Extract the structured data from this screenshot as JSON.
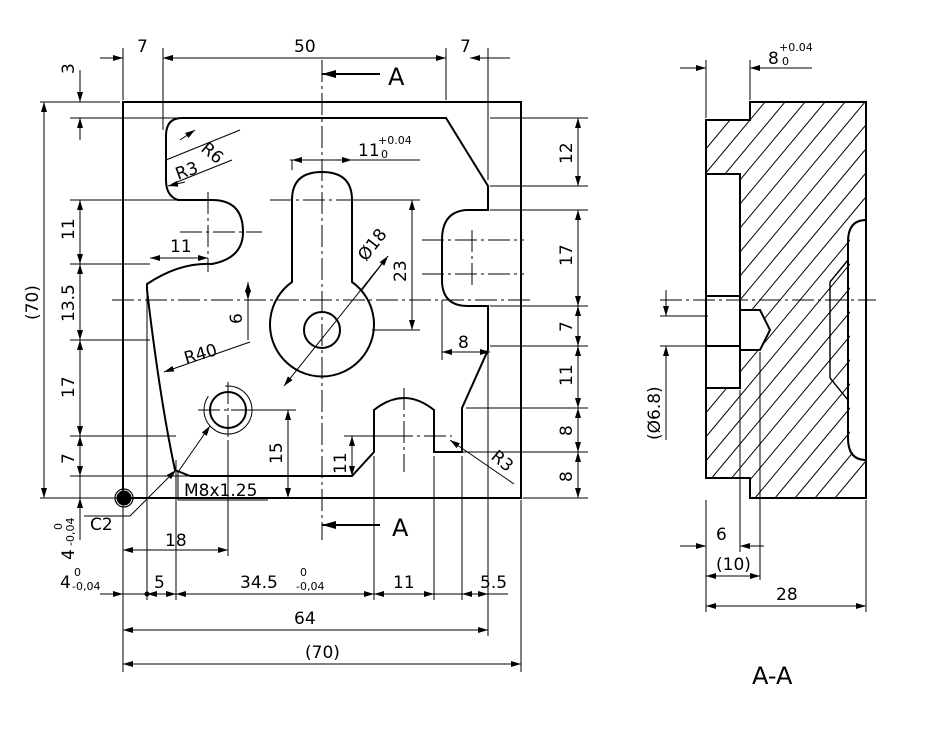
{
  "section_marker": "A",
  "section_title": "A-A",
  "dims": {
    "top_7_left": "7",
    "top_50": "50",
    "top_7_right": "7",
    "left_3": "3",
    "left_70_ref": "(70)",
    "left_11": "11",
    "left_13_5": "13.5",
    "left_17": "17",
    "left_7": "7",
    "left_4_tol": "4",
    "r6": "R6",
    "r3_top": "R3",
    "r3_bottom": "R3",
    "r40": "R40",
    "slot_11": "11",
    "slot_11_tol": "11",
    "dia18": "Ø18",
    "dim23": "23",
    "dim6_vert": "6",
    "dim8_right": "8",
    "dim15": "15",
    "dim11_low": "11",
    "thread": "M8x1.25",
    "c2": "C2",
    "dim18": "18",
    "right_12": "12",
    "right_17": "17",
    "right_7": "7",
    "right_11": "11",
    "right_8_a": "8",
    "right_8_b": "8",
    "bottom_4_tol": "4",
    "bottom_5": "5",
    "bottom_34_5": "34.5",
    "bottom_11": "11",
    "bottom_5_5": "5.5",
    "bottom_64": "64",
    "bottom_70": "(70)",
    "sec_8_tol": "8",
    "sec_dia6_8": "(Ø6.8)",
    "sec_6": "6",
    "sec_10": "(10)",
    "sec_28": "28"
  },
  "tolerances": {
    "plus_004": "+0.04",
    "zero": "0",
    "minus_004": "-0,04",
    "minus_004_dot": "-0.04"
  }
}
